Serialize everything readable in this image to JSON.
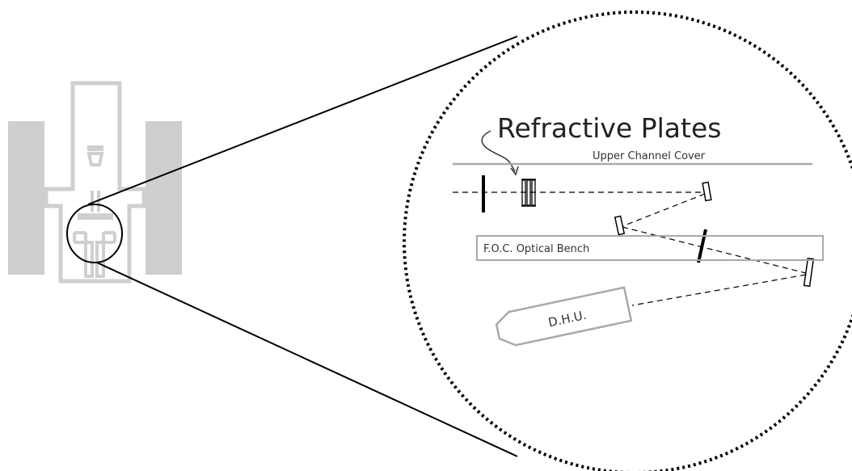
{
  "labels": {
    "refractive_plates": "Refractive Plates",
    "upper_channel_cover": "Upper Channel Cover",
    "optical_bench": "F.O.C. Optical Bench",
    "dhu": "D.H.U."
  },
  "colors": {
    "telescope_gray": "#cfcfcf",
    "line": "#000000",
    "bench_outline": "#a9a9a9",
    "background": "#ffffff"
  }
}
